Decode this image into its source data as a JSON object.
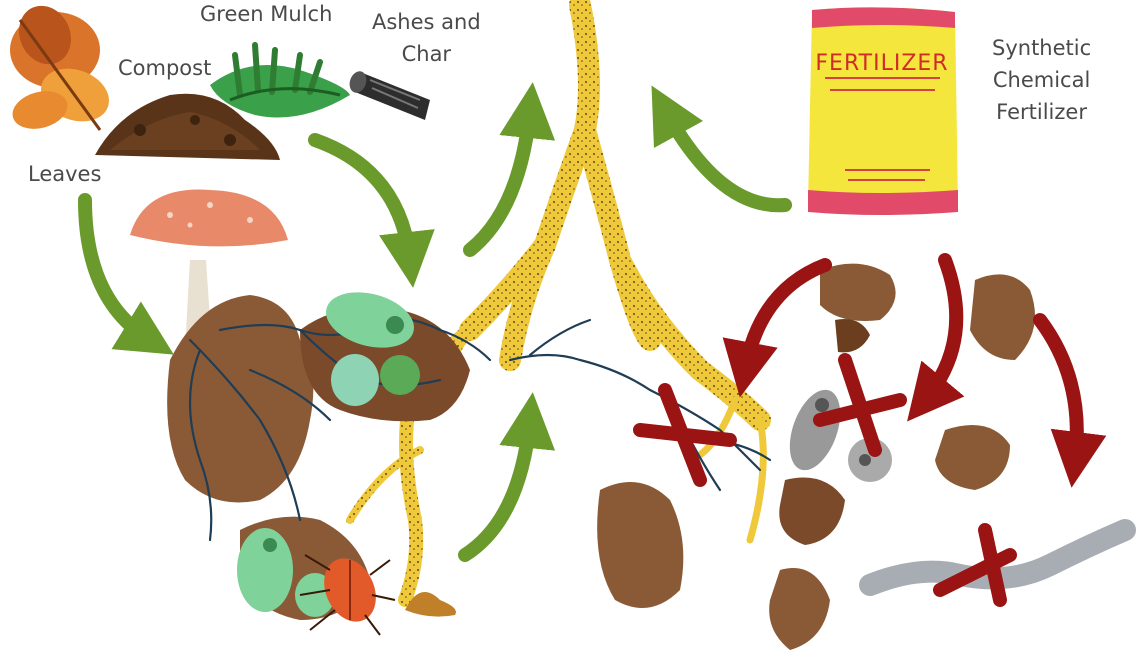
{
  "labels": {
    "leaves": "Leaves",
    "compost": "Compost",
    "green_mulch": "Green Mulch",
    "ashes_line1": "Ashes and",
    "ashes_line2": "Char",
    "synthetic_line1": "Synthetic",
    "synthetic_line2": "Chemical",
    "synthetic_line3": "Fertilizer"
  },
  "fertilizer_bag": {
    "text": "FERTILIZER"
  },
  "colors": {
    "green_arrow": "#6a9a2c",
    "red_arrow": "#9a1414",
    "root": "#f0c93a",
    "hyphae": "#1f3d55",
    "soil": "#8a5a36",
    "bag": "#f4e63c"
  }
}
